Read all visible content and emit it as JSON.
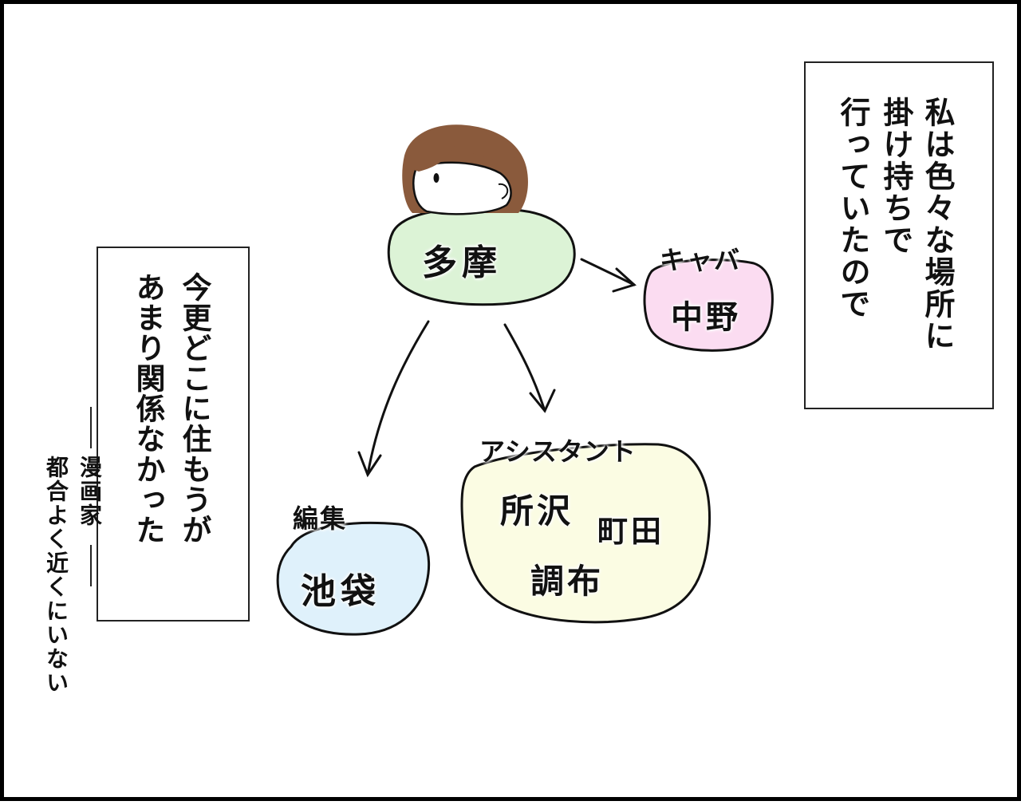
{
  "captions": {
    "top_right": {
      "lines": [
        "私は色々な場所に",
        "掛け持ちで",
        "行っていたので"
      ]
    },
    "left": {
      "lines": [
        "今更どこに住もうが",
        "あまり関係なかった"
      ]
    },
    "side_note": {
      "lines": [
        "漫画家",
        "都合よく近くにいない"
      ]
    }
  },
  "nodes": {
    "center": {
      "label": "多摩",
      "fill": "#dcf3d6"
    },
    "cabaret": {
      "tag": "キャバ",
      "label": "中野",
      "fill": "#fbdcf1"
    },
    "editor": {
      "tag": "編集",
      "label": "池袋",
      "fill": "#dff1fb"
    },
    "assistant": {
      "tag": "アシスタント",
      "places": [
        "所沢",
        "町田",
        "調布"
      ],
      "fill": "#fbfce3"
    }
  },
  "colors": {
    "hair": "#8a5a3c",
    "outline": "#111111",
    "border": "#000000"
  }
}
